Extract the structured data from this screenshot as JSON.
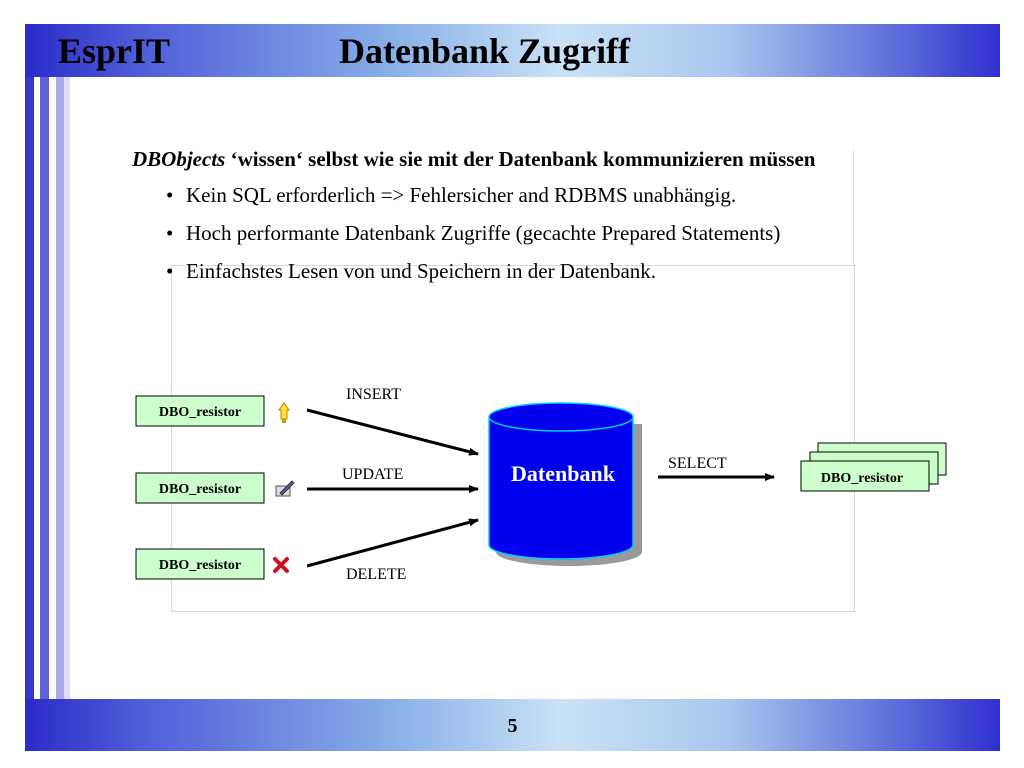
{
  "header": {
    "brand": "EsprIT",
    "title": "Datenbank Zugriff"
  },
  "content": {
    "heading_italic": "DBObjects",
    "heading_rest": " ‘wissen‘ selbst wie sie mit der Datenbank kommunizieren müssen",
    "bullets": [
      "Kein SQL erforderlich => Fehlersicher and RDBMS unabhängig.",
      "Hoch performante Datenbank Zugriffe (gecachte Prepared Statements)",
      "Einfachstes Lesen von und Speichern in der Datenbank."
    ]
  },
  "diagram": {
    "resistor_label": "DBO_resistor",
    "database_label": "Datenbank",
    "ops": {
      "insert": "INSERT",
      "update": "UPDATE",
      "delete": "DELETE",
      "select": "SELECT"
    },
    "icons": {
      "insert": "lightbulb-icon",
      "update": "pencil-icon",
      "delete": "red-x-icon"
    },
    "colors": {
      "box_fill": "#ccffcc",
      "db_fill": "#0000ee",
      "db_shadow": "#9a9a9a"
    }
  },
  "footer": {
    "page": "5"
  }
}
